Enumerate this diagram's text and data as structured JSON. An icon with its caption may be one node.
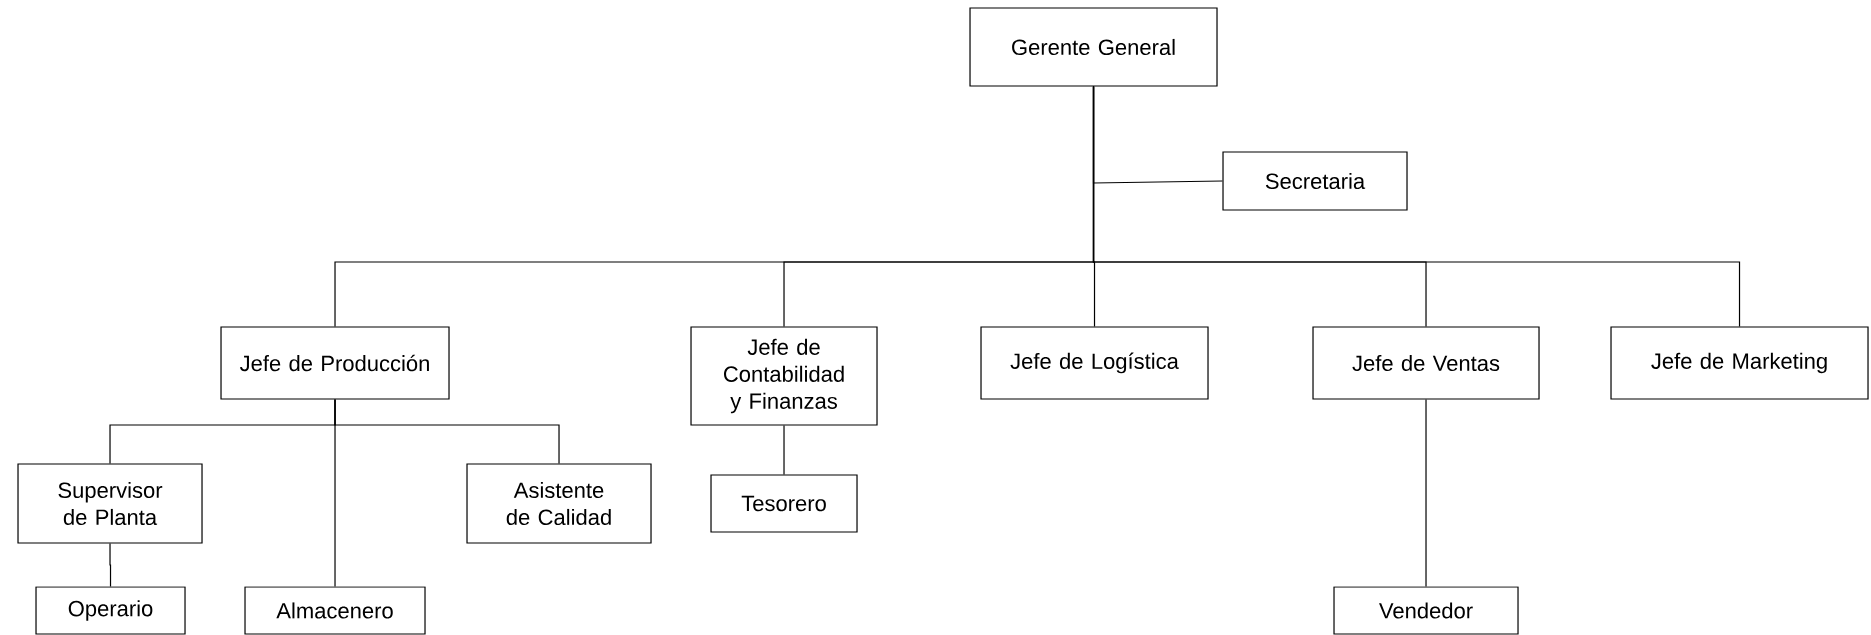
{
  "diagram": {
    "nodes": [
      {
        "text": [
          "Gerente General"
        ]
      },
      {
        "text": [
          "Secretaria"
        ]
      },
      {
        "text": [
          "Jefe de Producción"
        ]
      },
      {
        "text": [
          "Jefe de Contabilidad y Finanzas"
        ]
      },
      {
        "text": [
          "Jefe de Logística"
        ]
      },
      {
        "text": [
          "Jefe de Ventas"
        ]
      },
      {
        "text": [
          "Jefe de Marketing"
        ]
      },
      {
        "text": [
          "Supervisor de Planta"
        ]
      },
      {
        "text": [
          "Asistente de Calidad"
        ]
      },
      {
        "text": [
          "Tesorero"
        ]
      },
      {
        "text": [
          "Operario"
        ]
      },
      {
        "text": [
          "Almacenero"
        ]
      },
      {
        "text": [
          "Vendedor"
        ]
      }
    ],
    "edges": [
      {
        "from": 0,
        "to": 1,
        "arrow": "none"
      },
      {
        "from": 0,
        "to": 2,
        "arrow": "none"
      },
      {
        "from": 0,
        "to": 3,
        "arrow": "none"
      },
      {
        "from": 0,
        "to": 4,
        "arrow": "none"
      },
      {
        "from": 0,
        "to": 5,
        "arrow": "none"
      },
      {
        "from": 0,
        "to": 6,
        "arrow": "none"
      },
      {
        "from": 2,
        "to": 7,
        "arrow": "none"
      },
      {
        "from": 2,
        "to": 11,
        "arrow": "none"
      },
      {
        "from": 2,
        "to": 8,
        "arrow": "none"
      },
      {
        "from": 3,
        "to": 9,
        "arrow": "none"
      },
      {
        "from": 7,
        "to": 10,
        "arrow": "none"
      },
      {
        "from": 5,
        "to": 12,
        "arrow": "none"
      }
    ]
  }
}
